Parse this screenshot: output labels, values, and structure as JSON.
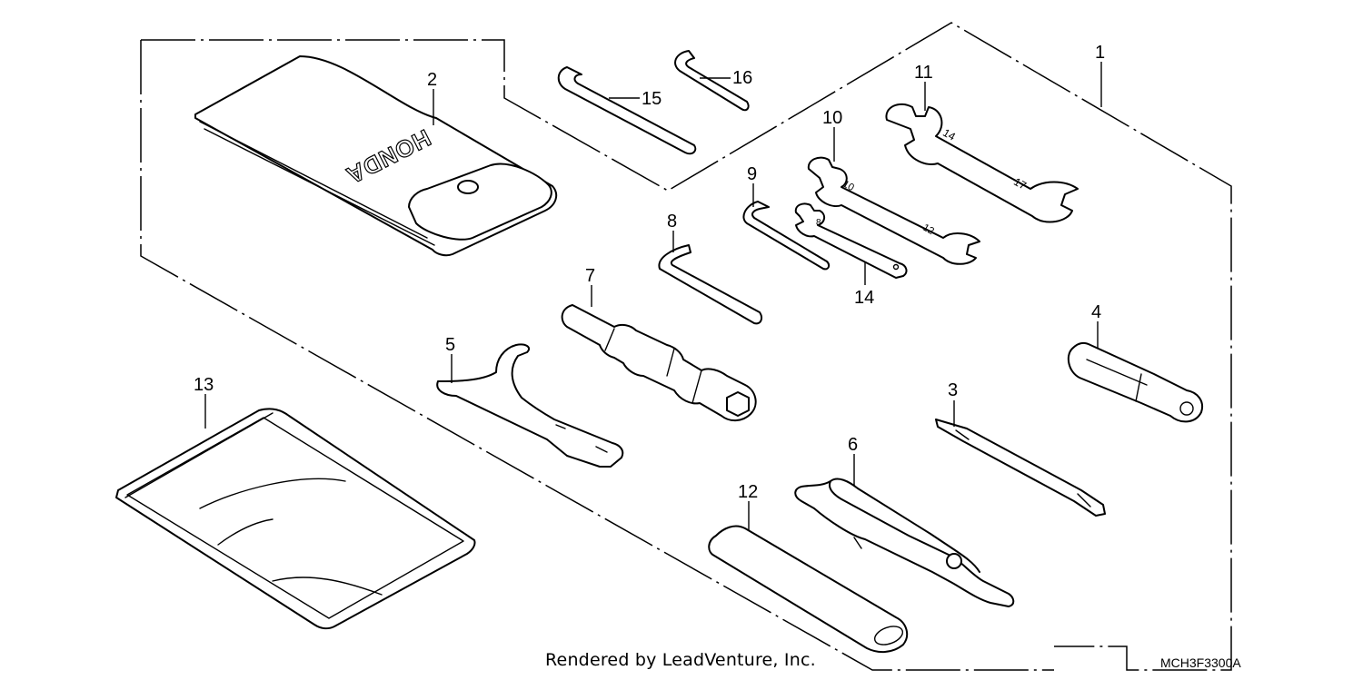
{
  "callouts": {
    "c1": "1",
    "c2": "2",
    "c3": "3",
    "c4": "4",
    "c5": "5",
    "c6": "6",
    "c7": "7",
    "c8": "8",
    "c9": "9",
    "c10": "10",
    "c11": "11",
    "c12": "12",
    "c13": "13",
    "c14": "14",
    "c15": "15",
    "c16": "16"
  },
  "pouch_logo": "HONDA",
  "wrench_marks": {
    "w11_a": "14",
    "w11_b": "17",
    "w10_a": "10",
    "w10_b": "12",
    "w14_a": "8"
  },
  "credit": "Rendered by LeadVenture, Inc.",
  "diagram_code": "MCH3F3300A"
}
